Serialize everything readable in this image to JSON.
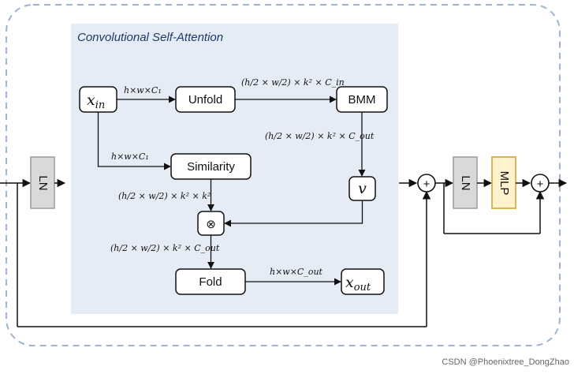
{
  "title": "Convolutional Self-Attention",
  "watermark": "CSDN @Phoenixtree_DongZhao",
  "colors": {
    "panel_bg": "#e6ecf5",
    "outer_border": "#9fb3d6",
    "ln_box": "#d9d9d9",
    "ln_border": "#9a9a9a",
    "mlp_box": "#fff2cc",
    "mlp_border": "#d6b656",
    "arrow": "#111111"
  },
  "nodes": {
    "x_in": {
      "base": "x",
      "sub": "in"
    },
    "unfold": "Unfold",
    "bmm": "BMM",
    "similarity": "Similarity",
    "v": "v",
    "otimes": "⊗",
    "fold": "Fold",
    "x_out": {
      "base": "x",
      "sub": "out"
    },
    "ln_left": "LN",
    "ln_right": "LN",
    "mlp": "MLP",
    "plus": "+"
  },
  "dimensions": {
    "xin_to_unfold": "h×w×C₁",
    "unfold_to_bmm": "(h/2 × w/2) × k² × C_in",
    "bmm_to_v": "(h/2 × w/2) × k² × C_out",
    "xin_to_similarity": "h×w×C₁",
    "similarity_to_otimes": "(h/2 × w/2) × k² × k²",
    "otimes_to_fold": "(h/2 × w/2) × k² × C_out",
    "fold_to_xout": "h×w×C_out"
  }
}
